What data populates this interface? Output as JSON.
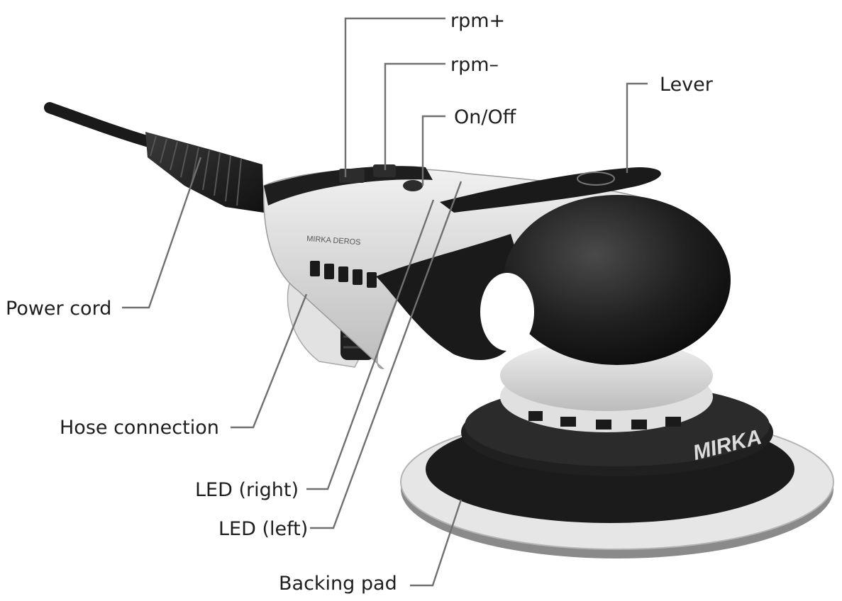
{
  "labels": {
    "rpm_plus": "rpm+",
    "rpm_minus": "rpm–",
    "on_off": "On/Off",
    "lever": "Lever",
    "power_cord": "Power cord",
    "hose_connection": "Hose connection",
    "led_right": "LED (right)",
    "led_left": "LED (left)",
    "backing_pad": "Backing pad"
  },
  "product": {
    "model_text": "MIRKA DEROS",
    "brand": "MIRKA"
  },
  "colors": {
    "leader_line": "#707070",
    "label_text": "#1e1e1e",
    "tool_black": "#1c1c1c",
    "tool_grey": "#d6d6d6"
  },
  "icons": [
    "sander-illustration"
  ]
}
